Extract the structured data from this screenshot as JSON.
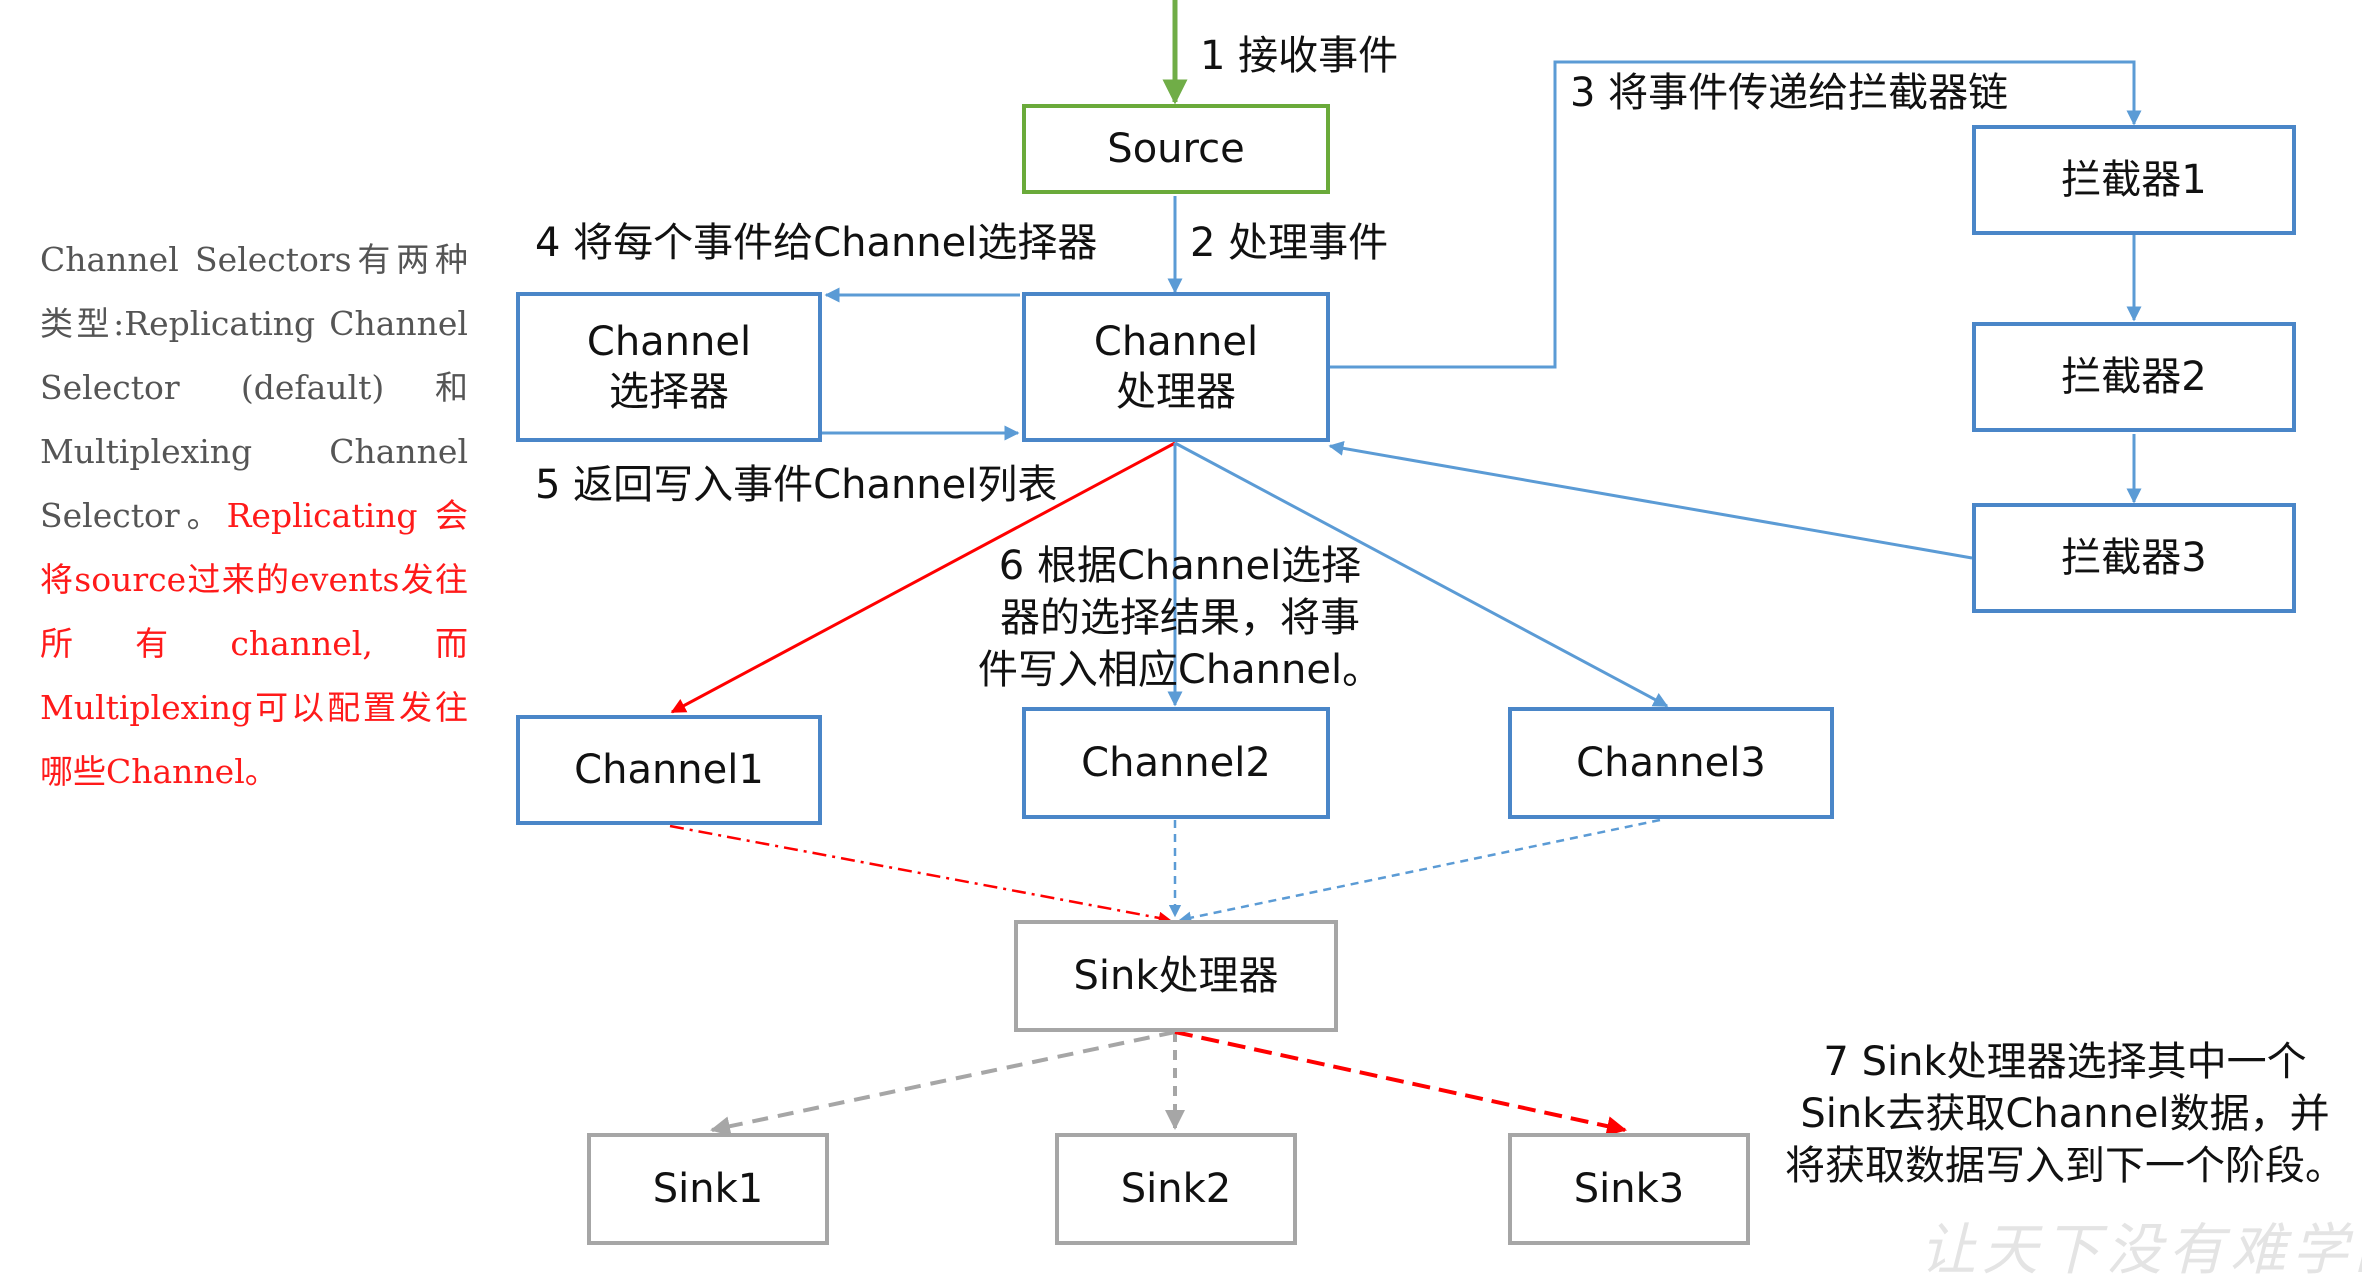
{
  "colors": {
    "blue_arrow": "#5b9bd5",
    "green_arrow": "#70ad47",
    "red_arrow": "#ff0000",
    "gray_arrow": "#a6a6a6",
    "red_text": "#ff1a1a"
  },
  "nodes": {
    "source": "Source",
    "channel_selector": "Channel\n选择器",
    "channel_processor": "Channel\n处理器",
    "interceptor1": "拦截器1",
    "interceptor2": "拦截器2",
    "interceptor3": "拦截器3",
    "channel1": "Channel1",
    "channel2": "Channel2",
    "channel3": "Channel3",
    "sink_processor": "Sink处理器",
    "sink1": "Sink1",
    "sink2": "Sink2",
    "sink3": "Sink3"
  },
  "steps": {
    "step1": "1 接收事件",
    "step2": "2 处理事件",
    "step3": "3 将事件传递给拦截器链",
    "step4": "4 将每个事件给Channel选择器",
    "step5": "5 返回写入事件Channel列表",
    "step6": "6 根据Channel选择\n器的选择结果，将事\n件写入相应Channel。",
    "step7": "7 Sink处理器选择其中一个\nSink去获取Channel数据，并\n将获取数据写入到下一个阶段。"
  },
  "side_note": {
    "gray_part": "Channel Selectors有两种类型:Replicating Channel Selector (default)和Multiplexing Channel Selector。",
    "red_part": "Replicating 会将source过来的events发往所有channel,而Multiplexing可以配置发往哪些Channel。"
  },
  "watermark": "让天下没有难学的"
}
